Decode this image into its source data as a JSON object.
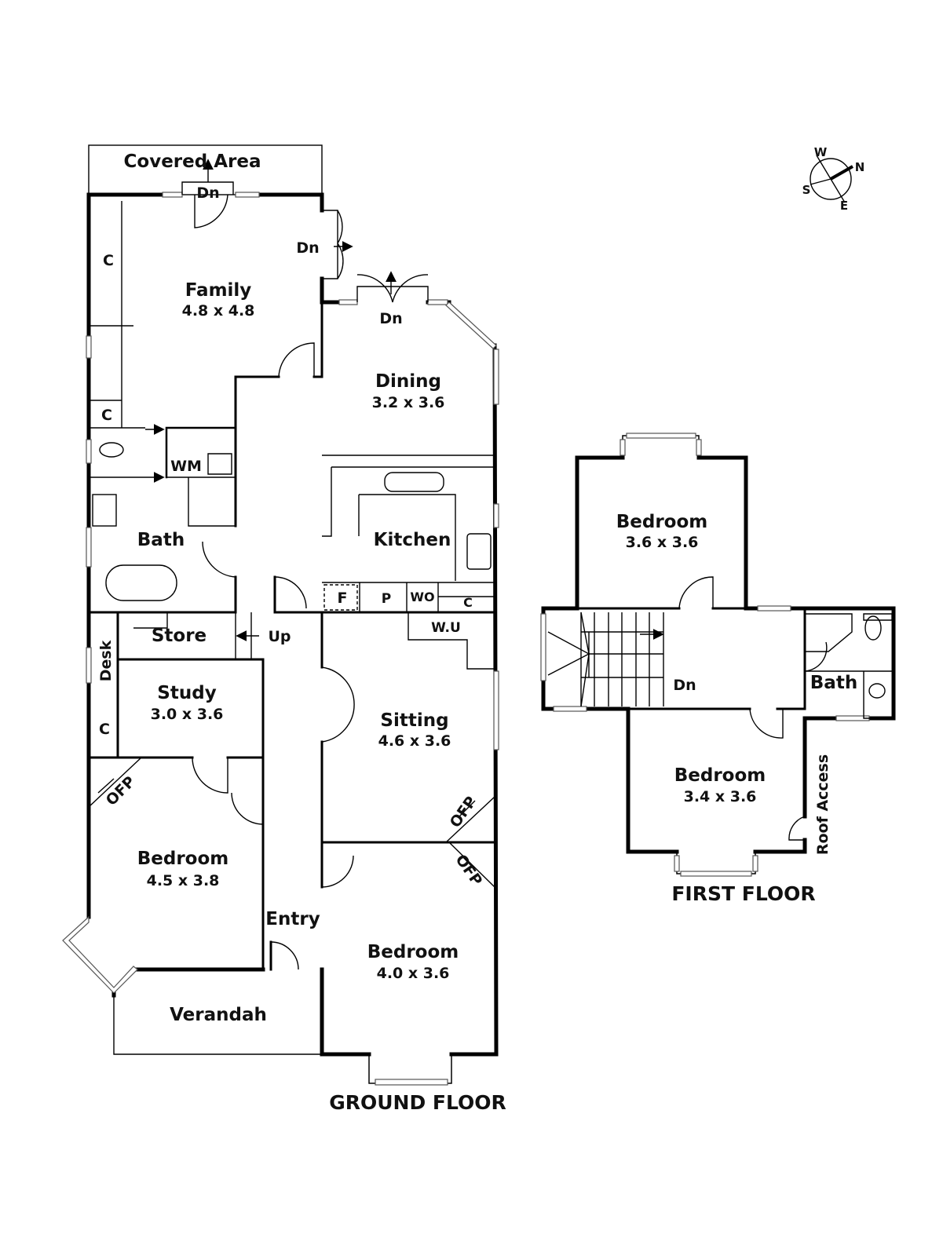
{
  "ground_floor": {
    "title": "GROUND FLOOR",
    "rooms": {
      "covered_area": {
        "name": "Covered Area"
      },
      "family": {
        "name": "Family",
        "size": "4.8 x 4.8"
      },
      "dining": {
        "name": "Dining",
        "size": "3.2 x 3.6"
      },
      "kitchen": {
        "name": "Kitchen"
      },
      "bath": {
        "name": "Bath"
      },
      "store": {
        "name": "Store"
      },
      "study": {
        "name": "Study",
        "size": "3.0 x 3.6"
      },
      "sitting": {
        "name": "Sitting",
        "size": "4.6 x 3.6"
      },
      "bedroom_left": {
        "name": "Bedroom",
        "size": "4.5 x 3.8"
      },
      "bedroom_right": {
        "name": "Bedroom",
        "size": "4.0 x 3.6"
      },
      "entry": {
        "name": "Entry"
      },
      "verandah": {
        "name": "Verandah"
      }
    },
    "labels": {
      "dn_covered": "Dn",
      "dn_side": "Dn",
      "dn_dining": "Dn",
      "up": "Up",
      "c1": "C",
      "c2": "C",
      "c3": "C",
      "c4": "C",
      "wm": "WM",
      "f": "F",
      "p": "P",
      "wo": "WO",
      "wu": "W.U",
      "desk": "Desk",
      "ofp1": "OFP",
      "ofp2": "OFP",
      "ofp3": "OFP"
    }
  },
  "first_floor": {
    "title": "FIRST FLOOR",
    "rooms": {
      "bedroom_top": {
        "name": "Bedroom",
        "size": "3.6 x 3.6"
      },
      "bedroom_bottom": {
        "name": "Bedroom",
        "size": "3.4 x 3.6"
      },
      "bath": {
        "name": "Bath"
      }
    },
    "labels": {
      "dn": "Dn",
      "roof_access": "Roof Access"
    }
  },
  "compass": {
    "w": "W",
    "n": "N",
    "s": "S",
    "e": "E"
  }
}
